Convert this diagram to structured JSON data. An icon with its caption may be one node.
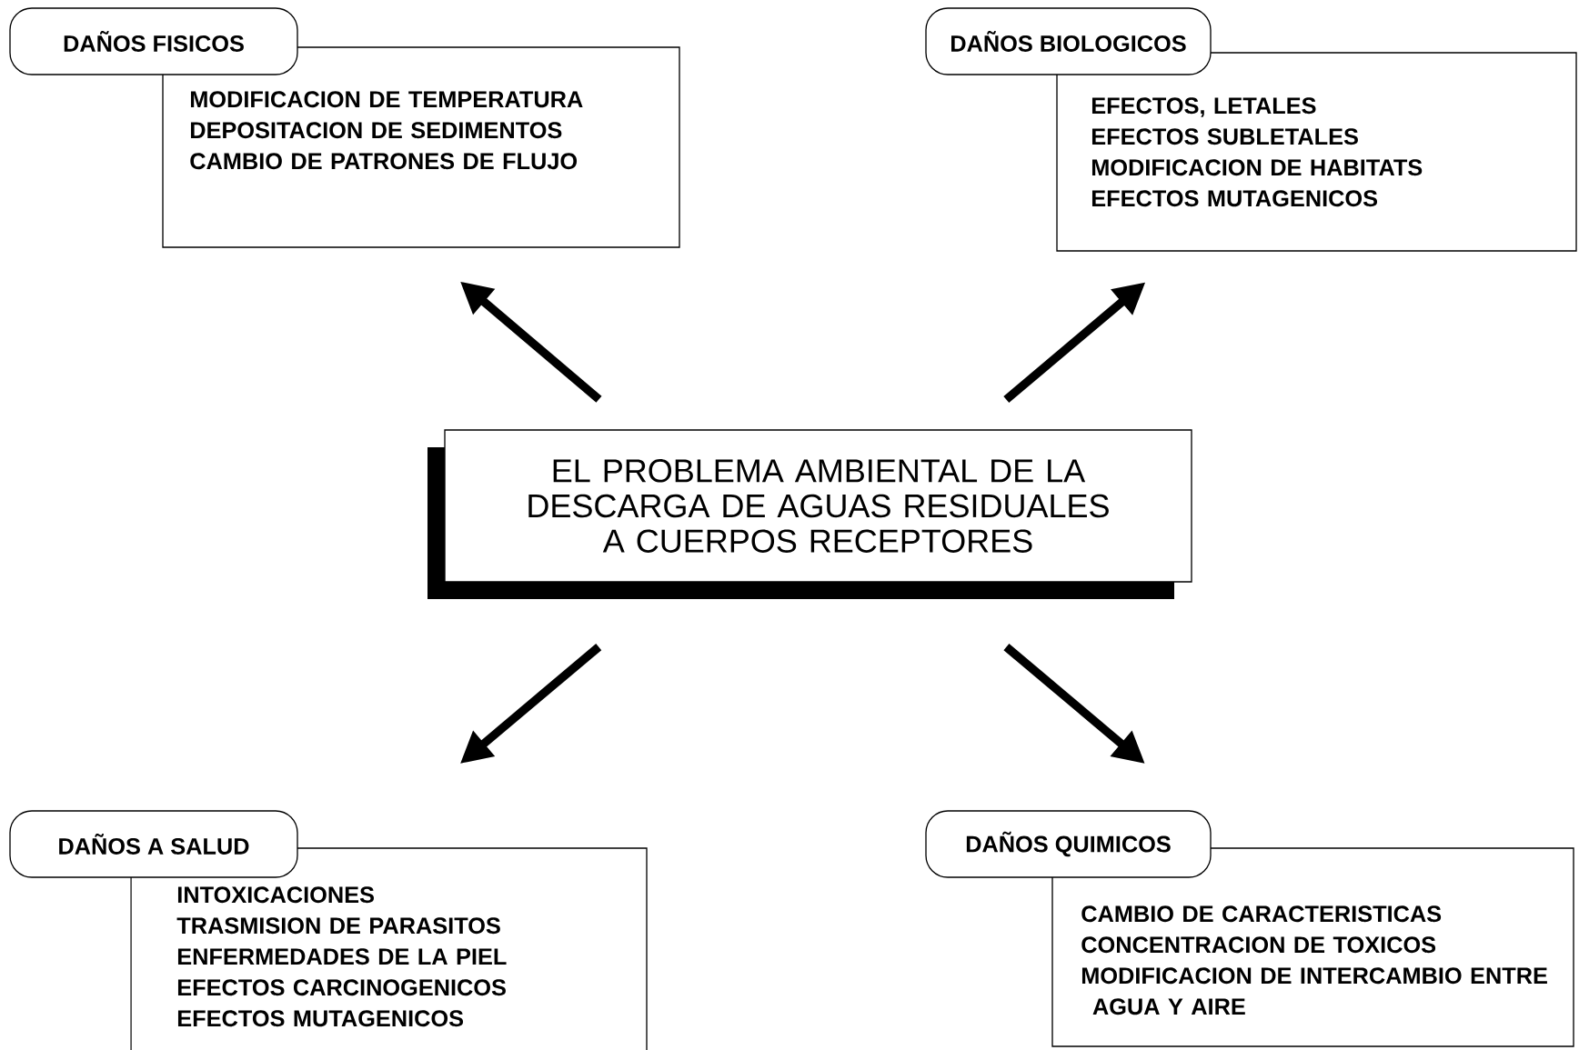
{
  "diagram": {
    "nodes": [
      {
        "text": [
          "EL PROBLEMA AMBIENTAL DE LA DESCARGA DE AGUAS RESIDUALES A CUERPOS RECEPTORES"
        ]
      },
      {
        "text": [
          "DAÑOS FISICOS",
          "MODIFICACION DE TEMPERATURA",
          "DEPOSITACION DE SEDIMENTOS",
          "CAMBIO DE PATRONES DE FLUJO"
        ]
      },
      {
        "text": [
          "DAÑOS BIOLOGICOS",
          "EFECTOS, LETALES",
          "EFECTOS SUBLETALES",
          "MODIFICACION DE HABITATS",
          "EFECTOS MUTAGENICOS"
        ]
      },
      {
        "text": [
          "DAÑOS A SALUD",
          "INTOXICACIONES",
          "TRASMISION DE PARASITOS",
          "ENFERMEDADES DE LA PIEL",
          "EFECTOS CARCINOGENICOS",
          "EFECTOS MUTAGENICOS"
        ]
      },
      {
        "text": [
          "DAÑOS QUIMICOS",
          "CAMBIO DE CARACTERISTICAS",
          "CONCENTRACION DE TOXICOS",
          "MODIFICACION DE INTERCAMBIO ENTRE AGUA Y AIRE"
        ]
      }
    ],
    "edges": [
      {
        "from": 0,
        "to": 1,
        "arrow": "to"
      },
      {
        "from": 0,
        "to": 2,
        "arrow": "to"
      },
      {
        "from": 0,
        "to": 3,
        "arrow": "to"
      },
      {
        "from": 0,
        "to": 4,
        "arrow": "to"
      }
    ]
  }
}
